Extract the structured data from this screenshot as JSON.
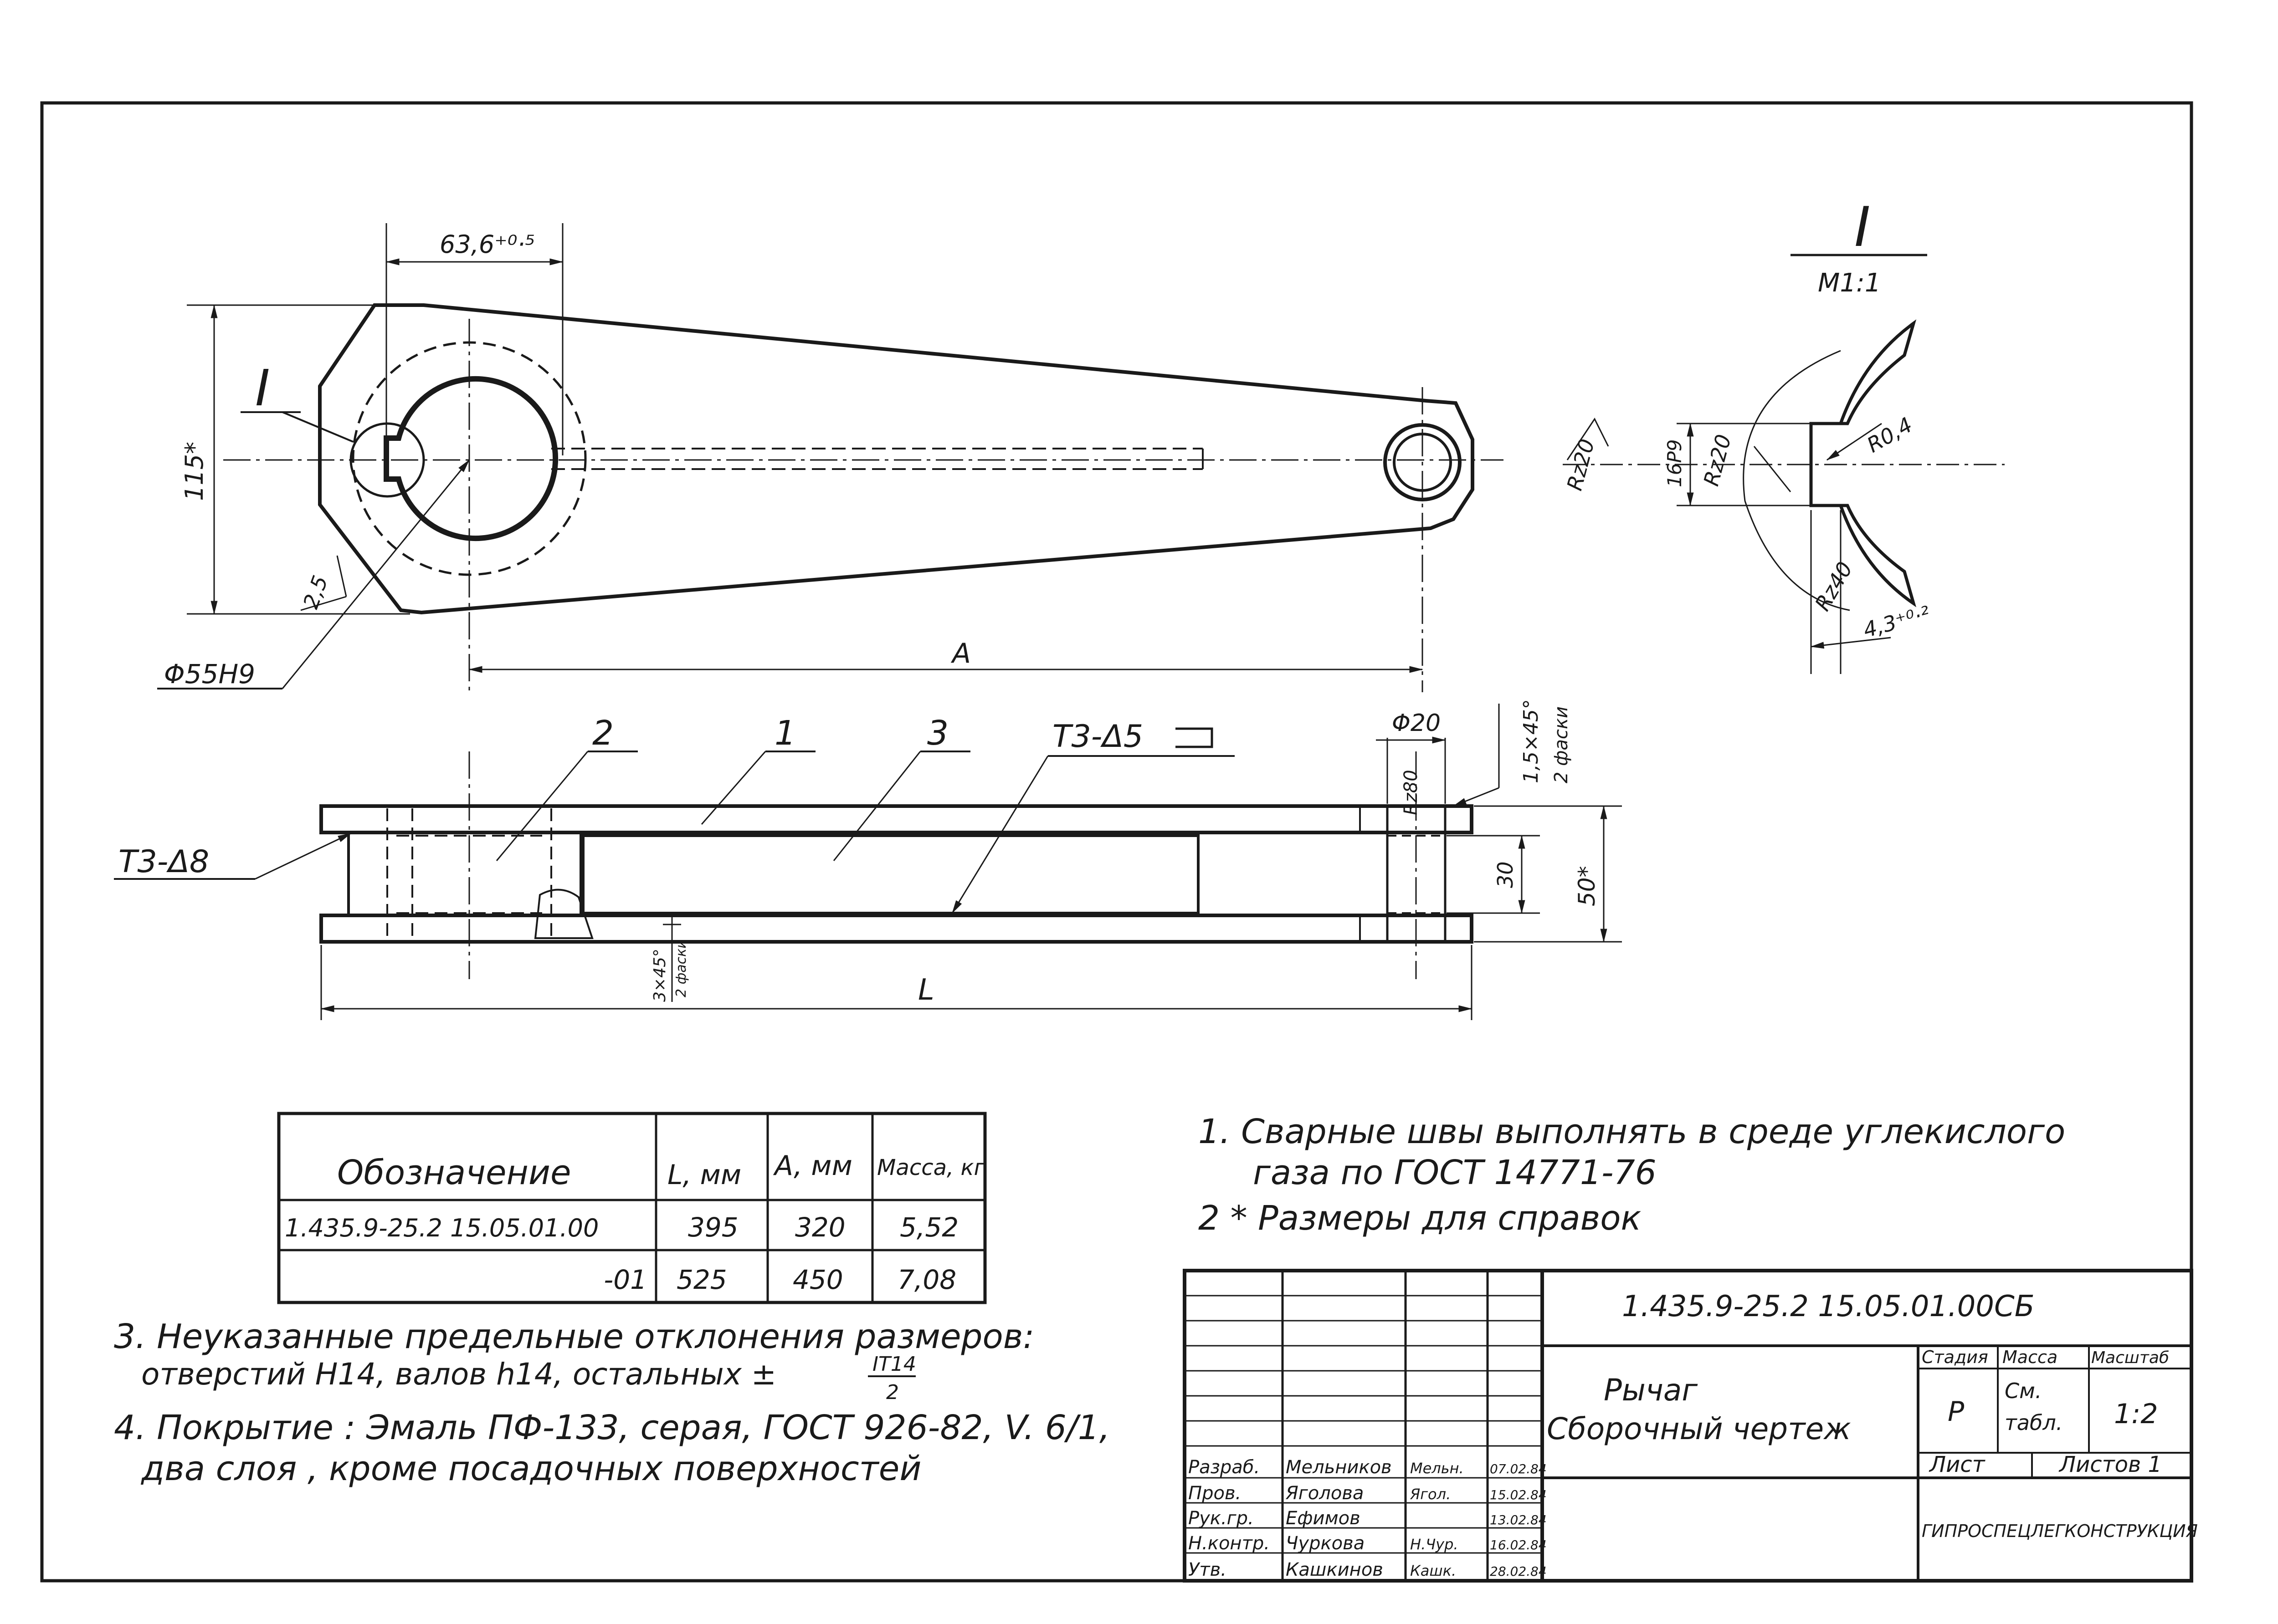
{
  "drawing": {
    "dimensions": {
      "hub_width": "63,6⁺⁰·⁵",
      "height_115": "115*",
      "chamfer_2_5": "2,5",
      "bore": "Φ55Н9",
      "center_distance": "A",
      "pin_bore": "Φ20",
      "rz80": "Rz80",
      "chamfer_pin": "1,5×45°",
      "chamfer_pin_note": "2 фаски",
      "total_length": "L",
      "web_thickness": "30",
      "overall_thickness": "50*",
      "chamfer_hub": "3×45°",
      "chamfer_hub_note": "2 фаски"
    },
    "callouts": {
      "detail_mark": "I",
      "weld_main": "Т3-Δ5",
      "weld_side": "Т3-Δ8",
      "positions": [
        "2",
        "1",
        "3"
      ]
    },
    "detail_view": {
      "title": "I",
      "scale": "М1:1",
      "r_0_4": "R0,4",
      "dim_16": "16P9",
      "rz20_a": "Rz20",
      "rz20_b": "Rz20",
      "rz40": "Rz40",
      "dim_43": "4,3⁺⁰·²"
    }
  },
  "table": {
    "headers": [
      "Обозначение",
      "L, мм",
      "A, мм",
      "Масса, кг"
    ],
    "rows": [
      [
        "1.435.9-25.2  15.05.01.00",
        "395",
        "320",
        "5,52"
      ],
      [
        "-01",
        "525",
        "450",
        "7,08"
      ]
    ]
  },
  "notes": {
    "n1_line1": "1. Сварные  швы  выполнять  в  среде  углекислого",
    "n1_line2": "газа  по  ГОСТ  14771-76",
    "n2": "2 * Размеры  для  справок",
    "n3_line1": "3. Неуказанные  предельные  отклонения  размеров:",
    "n3_line2": "отверстий Н14, валов h14, остальных ±",
    "n3_fraction_num": "IT14",
    "n3_fraction_den": "2",
    "n4_line1": "4. Покрытие :  Эмаль ПФ-133, серая, ГОСТ 926-82, V. 6/1,",
    "n4_line2": "два  слоя ,  кроме  посадочных  поверхностей"
  },
  "title_block": {
    "designation": "1.435.9-25.2   15.05.01.00СБ",
    "name_line1": "Рычаг",
    "name_line2": "Сборочный  чертеж",
    "stage_label": "Стадия",
    "mass_label": "Масса",
    "scale_label": "Масштаб",
    "stage": "Р",
    "mass_line1": "См.",
    "mass_line2": "табл.",
    "scale": "1:2",
    "sheet_label": "Лист",
    "sheets_label": "Листов 1",
    "organization": "ГИПРОСПЕЦЛЕГКОНСТРУКЦИЯ",
    "signatures": [
      {
        "role": "Разраб.",
        "name": "Мельников",
        "sign": "Мельн.",
        "date": "07.02.84"
      },
      {
        "role": "Пров.",
        "name": "Яголова",
        "sign": "Ягол.",
        "date": "15.02.84"
      },
      {
        "role": "Рук.гр.",
        "name": "Ефимов",
        "sign": "",
        "date": "13.02.84"
      },
      {
        "role": "Н.контр.",
        "name": "Чуркова",
        "sign": "Н.Чур.",
        "date": "16.02.84"
      },
      {
        "role": "Утв.",
        "name": "Кашкинов",
        "sign": "Кашк.",
        "date": "28.02.84"
      }
    ]
  }
}
